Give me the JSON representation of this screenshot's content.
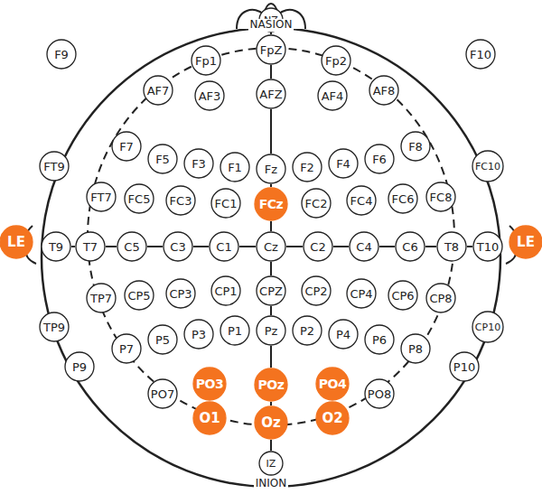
{
  "diagram": {
    "nodes": [
      {
        "text": [
          "NZ"
        ]
      },
      {
        "text": [
          "Fp1"
        ]
      },
      {
        "text": [
          "FpZ"
        ]
      },
      {
        "text": [
          "Fp2"
        ]
      },
      {
        "text": [
          "F9"
        ]
      },
      {
        "text": [
          "AF7"
        ]
      },
      {
        "text": [
          "AF3"
        ]
      },
      {
        "text": [
          "AFZ"
        ]
      },
      {
        "text": [
          "AF4"
        ]
      },
      {
        "text": [
          "AF8"
        ]
      },
      {
        "text": [
          "F10"
        ]
      },
      {
        "text": [
          "F7"
        ]
      },
      {
        "text": [
          "F5"
        ]
      },
      {
        "text": [
          "F3"
        ]
      },
      {
        "text": [
          "F1"
        ]
      },
      {
        "text": [
          "Fz"
        ]
      },
      {
        "text": [
          "F2"
        ]
      },
      {
        "text": [
          "F4"
        ]
      },
      {
        "text": [
          "F6"
        ]
      },
      {
        "text": [
          "F8"
        ]
      },
      {
        "text": [
          "FT9"
        ]
      },
      {
        "text": [
          "FT7"
        ]
      },
      {
        "text": [
          "FC5"
        ]
      },
      {
        "text": [
          "FC3"
        ]
      },
      {
        "text": [
          "FC1"
        ]
      },
      {
        "text": [
          "FCz"
        ]
      },
      {
        "text": [
          "FC2"
        ]
      },
      {
        "text": [
          "FC4"
        ]
      },
      {
        "text": [
          "FC6"
        ]
      },
      {
        "text": [
          "FC8"
        ]
      },
      {
        "text": [
          "FC10"
        ]
      },
      {
        "text": [
          "LE"
        ]
      },
      {
        "text": [
          "T9"
        ]
      },
      {
        "text": [
          "T7"
        ]
      },
      {
        "text": [
          "C5"
        ]
      },
      {
        "text": [
          "C3"
        ]
      },
      {
        "text": [
          "C1"
        ]
      },
      {
        "text": [
          "Cz"
        ]
      },
      {
        "text": [
          "C2"
        ]
      },
      {
        "text": [
          "C4"
        ]
      },
      {
        "text": [
          "C6"
        ]
      },
      {
        "text": [
          "T8"
        ]
      },
      {
        "text": [
          "T10"
        ]
      },
      {
        "text": [
          "LE"
        ]
      },
      {
        "text": [
          "TP9"
        ]
      },
      {
        "text": [
          "TP7"
        ]
      },
      {
        "text": [
          "CP5"
        ]
      },
      {
        "text": [
          "CP3"
        ]
      },
      {
        "text": [
          "CP1"
        ]
      },
      {
        "text": [
          "CPZ"
        ]
      },
      {
        "text": [
          "CP2"
        ]
      },
      {
        "text": [
          "CP4"
        ]
      },
      {
        "text": [
          "CP6"
        ]
      },
      {
        "text": [
          "CP8"
        ]
      },
      {
        "text": [
          "CP10"
        ]
      },
      {
        "text": [
          "P9"
        ]
      },
      {
        "text": [
          "P7"
        ]
      },
      {
        "text": [
          "P5"
        ]
      },
      {
        "text": [
          "P3"
        ]
      },
      {
        "text": [
          "P1"
        ]
      },
      {
        "text": [
          "Pz"
        ]
      },
      {
        "text": [
          "P2"
        ]
      },
      {
        "text": [
          "P4"
        ]
      },
      {
        "text": [
          "P6"
        ]
      },
      {
        "text": [
          "P8"
        ]
      },
      {
        "text": [
          "P10"
        ]
      },
      {
        "text": [
          "PO7"
        ]
      },
      {
        "text": [
          "PO3"
        ]
      },
      {
        "text": [
          "POz"
        ]
      },
      {
        "text": [
          "PO4"
        ]
      },
      {
        "text": [
          "PO8"
        ]
      },
      {
        "text": [
          "O1"
        ]
      },
      {
        "text": [
          "Oz"
        ]
      },
      {
        "text": [
          "O2"
        ]
      },
      {
        "text": [
          "IZ"
        ]
      }
    ],
    "edges": [
      {
        "from": 0,
        "to": 2,
        "arrow": "none"
      },
      {
        "from": 2,
        "to": 7,
        "arrow": "none"
      },
      {
        "from": 7,
        "to": 15,
        "arrow": "none"
      },
      {
        "from": 15,
        "to": 25,
        "arrow": "none"
      },
      {
        "from": 25,
        "to": 37,
        "arrow": "none"
      },
      {
        "from": 37,
        "to": 49,
        "arrow": "none"
      },
      {
        "from": 49,
        "to": 60,
        "arrow": "none"
      },
      {
        "from": 60,
        "to": 68,
        "arrow": "none"
      },
      {
        "from": 68,
        "to": 72,
        "arrow": "none"
      },
      {
        "from": 72,
        "to": 74,
        "arrow": "none"
      },
      {
        "from": 32,
        "to": 33,
        "arrow": "none"
      },
      {
        "from": 33,
        "to": 34,
        "arrow": "none"
      },
      {
        "from": 34,
        "to": 35,
        "arrow": "none"
      },
      {
        "from": 35,
        "to": 36,
        "arrow": "none"
      },
      {
        "from": 36,
        "to": 37,
        "arrow": "none"
      },
      {
        "from": 37,
        "to": 38,
        "arrow": "none"
      },
      {
        "from": 38,
        "to": 39,
        "arrow": "none"
      },
      {
        "from": 39,
        "to": 40,
        "arrow": "none"
      },
      {
        "from": 40,
        "to": 41,
        "arrow": "none"
      },
      {
        "from": 41,
        "to": 42,
        "arrow": "none"
      }
    ],
    "labels": [
      "NASION",
      "INION"
    ]
  }
}
